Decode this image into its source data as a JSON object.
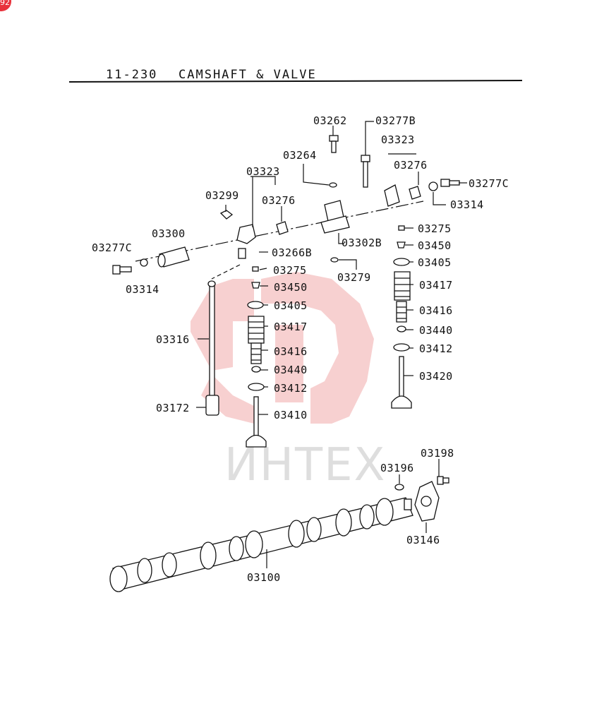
{
  "diagram": {
    "page_code": "11-230",
    "title": "CAMSHAFT & VALVE",
    "watermark_text": "ИНТЕХ",
    "corner_badge": "92",
    "accent_color": "#e8323c",
    "watermark_color": "#f6c8c8"
  },
  "part_numbers": {
    "p03262": "03262",
    "p03277B": "03277B",
    "p03323_right": "03323",
    "p03264": "03264",
    "p03276_right": "03276",
    "p03277C_right": "03277C",
    "p03323_left": "03323",
    "p03314_right": "03314",
    "p03299": "03299",
    "p03276_left": "03276",
    "p03300": "03300",
    "p03275_right": "03275",
    "p03277C_left": "03277C",
    "p03302B": "03302B",
    "p03450_right": "03450",
    "p03266B": "03266B",
    "p03405_right": "03405",
    "p03275_left": "03275",
    "p03279": "03279",
    "p03314_left": "03314",
    "p03417_right": "03417",
    "p03450_left": "03450",
    "p03405_left": "03405",
    "p03416_right": "03416",
    "p03417_left": "03417",
    "p03440_right": "03440",
    "p03316": "03316",
    "p03412_right": "03412",
    "p03416_left": "03416",
    "p03440_left": "03440",
    "p03420": "03420",
    "p03412_left": "03412",
    "p03172": "03172",
    "p03410": "03410",
    "p03198": "03198",
    "p03196": "03196",
    "p03146": "03146",
    "p03100": "03100"
  }
}
